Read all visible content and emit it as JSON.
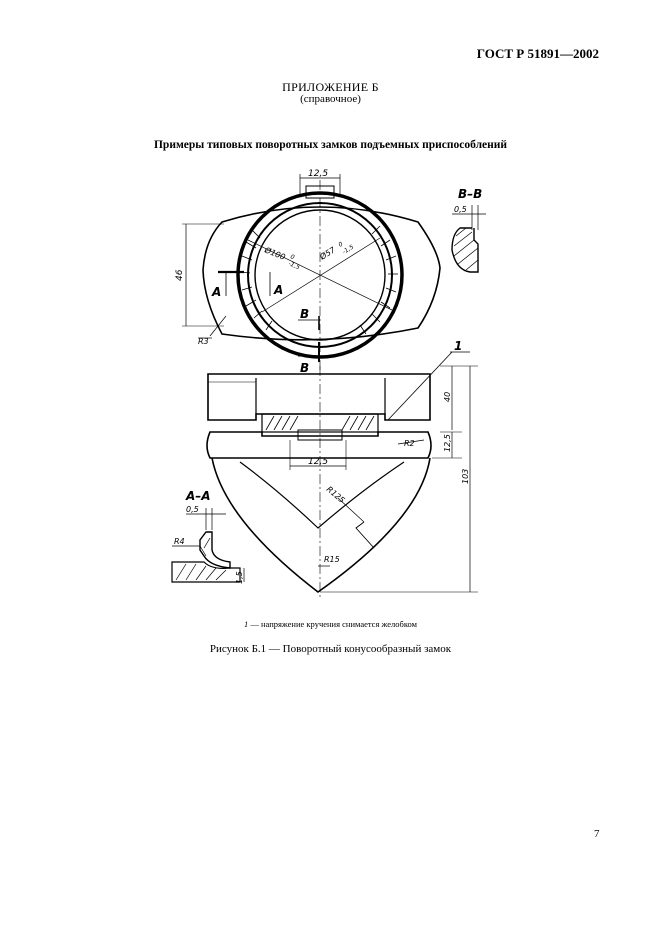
{
  "header": {
    "doc_number": "ГОСТ Р 51891—2002"
  },
  "annex": {
    "title": "ПРИЛОЖЕНИЕ Б",
    "subtitle": "(справочное)"
  },
  "section_title": "Примеры типовых поворотных замков подъемных приспособлений",
  "drawing": {
    "labels": {
      "dim_top_width": "12,5",
      "section_bb": "В–В",
      "dim_bb": "0,5",
      "dim_height_left": "46",
      "dim_d100": "Ø100",
      "dim_d100_tol_up": "0",
      "dim_d100_tol_dn": "-1,5",
      "dim_d57": "Ø57",
      "dim_d57_tol_up": "0",
      "dim_d57_tol_dn": "-1,5",
      "arrow_a_left": "А",
      "arrow_a_right": "А",
      "arrow_b_top": "В",
      "arrow_b_bottom": "В",
      "radius_r3": "R3",
      "leader_1": "1",
      "dim_40": "40",
      "dim_125_right": "12,5",
      "radius_r2": "R2",
      "dim_125_bottom": "12,5",
      "dim_103": "103",
      "radius_r125": "R125",
      "section_aa": "А–А",
      "dim_aa": "0,5",
      "radius_r4": "R4",
      "dim_15": "1,5",
      "radius_r15": "R15"
    }
  },
  "note": {
    "number": "1",
    "text": " — напряжение кручения снимается желобком"
  },
  "caption": "Рисунок Б.1 — Поворотный конусообразный замок",
  "page_number": "7"
}
